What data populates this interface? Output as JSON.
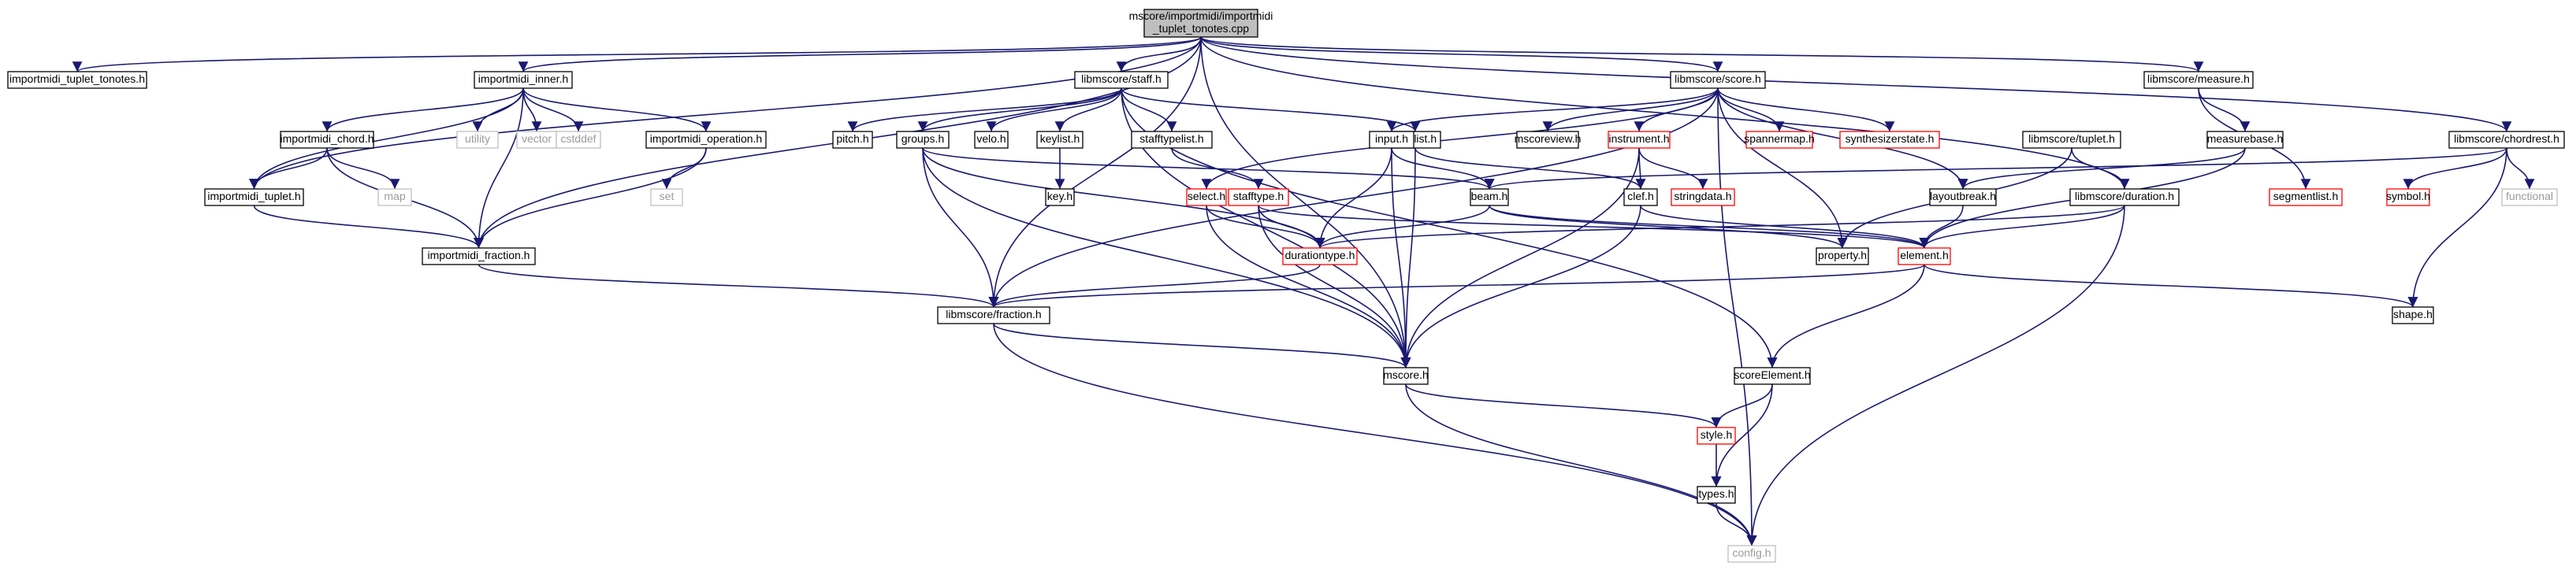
{
  "colors": {
    "edge": "#191970",
    "border_default": "#000000",
    "border_truncated": "#ff0000",
    "border_missing": "#bfbfbf",
    "root_fill": "#bfbfbf",
    "missing_text": "#9a9a9a"
  },
  "nodes": [
    {
      "id": "root",
      "lines": [
        "mscore/importmidi/importmidi",
        "_tuplet_tonotes.cpp"
      ],
      "kind": "root"
    },
    {
      "id": "tuplet_tonotes",
      "lines": [
        "importmidi_tuplet_tonotes.h"
      ],
      "kind": "normal"
    },
    {
      "id": "inner",
      "lines": [
        "importmidi_inner.h"
      ],
      "kind": "normal"
    },
    {
      "id": "chord",
      "lines": [
        "importmidi_chord.h"
      ],
      "kind": "normal"
    },
    {
      "id": "tuplet",
      "lines": [
        "importmidi_tuplet.h"
      ],
      "kind": "normal"
    },
    {
      "id": "fraction_mid",
      "lines": [
        "importmidi_fraction.h"
      ],
      "kind": "normal"
    },
    {
      "id": "operation",
      "lines": [
        "importmidi_operation.h"
      ],
      "kind": "normal"
    },
    {
      "id": "utility",
      "lines": [
        "utility"
      ],
      "kind": "missing"
    },
    {
      "id": "vector",
      "lines": [
        "vector"
      ],
      "kind": "missing"
    },
    {
      "id": "cstddef",
      "lines": [
        "cstddef"
      ],
      "kind": "missing"
    },
    {
      "id": "map",
      "lines": [
        "map"
      ],
      "kind": "missing"
    },
    {
      "id": "set",
      "lines": [
        "set"
      ],
      "kind": "missing"
    },
    {
      "id": "staff",
      "lines": [
        "libmscore/staff.h"
      ],
      "kind": "normal"
    },
    {
      "id": "pitch",
      "lines": [
        "pitch.h"
      ],
      "kind": "normal"
    },
    {
      "id": "groups",
      "lines": [
        "groups.h"
      ],
      "kind": "normal"
    },
    {
      "id": "velo",
      "lines": [
        "velo.h"
      ],
      "kind": "normal"
    },
    {
      "id": "keylist",
      "lines": [
        "keylist.h"
      ],
      "kind": "normal"
    },
    {
      "id": "key",
      "lines": [
        "key.h"
      ],
      "kind": "normal"
    },
    {
      "id": "stafftypelist",
      "lines": [
        "stafftypelist.h"
      ],
      "kind": "normal"
    },
    {
      "id": "stafftype",
      "lines": [
        "stafftype.h"
      ],
      "kind": "truncated"
    },
    {
      "id": "clefflist",
      "lines": [
        "clefflist.h"
      ],
      "kind": "normal"
    },
    {
      "id": "score",
      "lines": [
        "libmscore/score.h"
      ],
      "kind": "normal"
    },
    {
      "id": "input",
      "lines": [
        "input.h"
      ],
      "kind": "normal"
    },
    {
      "id": "mscoreview",
      "lines": [
        "mscoreview.h"
      ],
      "kind": "normal"
    },
    {
      "id": "instrument",
      "lines": [
        "instrument.h"
      ],
      "kind": "truncated"
    },
    {
      "id": "stringdata",
      "lines": [
        "stringdata.h"
      ],
      "kind": "truncated"
    },
    {
      "id": "spannermap",
      "lines": [
        "spannermap.h"
      ],
      "kind": "truncated"
    },
    {
      "id": "synthstate",
      "lines": [
        "synthesizerstate.h"
      ],
      "kind": "truncated"
    },
    {
      "id": "lib_tuplet",
      "lines": [
        "libmscore/tuplet.h"
      ],
      "kind": "normal"
    },
    {
      "id": "select",
      "lines": [
        "select.h"
      ],
      "kind": "truncated"
    },
    {
      "id": "beam",
      "lines": [
        "beam.h"
      ],
      "kind": "normal"
    },
    {
      "id": "clef",
      "lines": [
        "clef.h"
      ],
      "kind": "normal"
    },
    {
      "id": "durationtype",
      "lines": [
        "durationtype.h"
      ],
      "kind": "truncated"
    },
    {
      "id": "lib_fraction",
      "lines": [
        "libmscore/fraction.h"
      ],
      "kind": "normal"
    },
    {
      "id": "mscore",
      "lines": [
        "mscore.h"
      ],
      "kind": "normal"
    },
    {
      "id": "measure",
      "lines": [
        "libmscore/measure.h"
      ],
      "kind": "normal"
    },
    {
      "id": "measurebase",
      "lines": [
        "measurebase.h"
      ],
      "kind": "normal"
    },
    {
      "id": "segmentlist",
      "lines": [
        "segmentlist.h"
      ],
      "kind": "truncated"
    },
    {
      "id": "layoutbreak",
      "lines": [
        "layoutbreak.h"
      ],
      "kind": "normal"
    },
    {
      "id": "lib_duration",
      "lines": [
        "libmscore/duration.h"
      ],
      "kind": "normal"
    },
    {
      "id": "property",
      "lines": [
        "property.h"
      ],
      "kind": "normal"
    },
    {
      "id": "element",
      "lines": [
        "element.h"
      ],
      "kind": "truncated"
    },
    {
      "id": "chordrest",
      "lines": [
        "libmscore/chordrest.h"
      ],
      "kind": "normal"
    },
    {
      "id": "symbol",
      "lines": [
        "symbol.h"
      ],
      "kind": "truncated"
    },
    {
      "id": "functional",
      "lines": [
        "functional"
      ],
      "kind": "missing"
    },
    {
      "id": "shape",
      "lines": [
        "shape.h"
      ],
      "kind": "normal"
    },
    {
      "id": "scoreelement",
      "lines": [
        "scoreElement.h"
      ],
      "kind": "normal"
    },
    {
      "id": "style",
      "lines": [
        "style.h"
      ],
      "kind": "truncated"
    },
    {
      "id": "types",
      "lines": [
        "types.h"
      ],
      "kind": "normal"
    },
    {
      "id": "config",
      "lines": [
        "config.h"
      ],
      "kind": "missing"
    }
  ],
  "edges": [
    [
      "root",
      "tuplet_tonotes"
    ],
    [
      "root",
      "inner"
    ],
    [
      "root",
      "tuplet"
    ],
    [
      "root",
      "fraction_mid"
    ],
    [
      "root",
      "staff"
    ],
    [
      "root",
      "lib_fraction"
    ],
    [
      "root",
      "mscore"
    ],
    [
      "root",
      "score"
    ],
    [
      "root",
      "measure"
    ],
    [
      "root",
      "lib_duration"
    ],
    [
      "root",
      "chordrest"
    ],
    [
      "inner",
      "chord"
    ],
    [
      "inner",
      "tuplet"
    ],
    [
      "inner",
      "fraction_mid"
    ],
    [
      "inner",
      "utility"
    ],
    [
      "inner",
      "vector"
    ],
    [
      "inner",
      "cstddef"
    ],
    [
      "inner",
      "operation"
    ],
    [
      "chord",
      "tuplet"
    ],
    [
      "chord",
      "fraction_mid"
    ],
    [
      "chord",
      "map"
    ],
    [
      "tuplet",
      "fraction_mid"
    ],
    [
      "operation",
      "set"
    ],
    [
      "operation",
      "fraction_mid"
    ],
    [
      "fraction_mid",
      "lib_fraction"
    ],
    [
      "staff",
      "pitch"
    ],
    [
      "staff",
      "groups"
    ],
    [
      "staff",
      "velo"
    ],
    [
      "staff",
      "keylist"
    ],
    [
      "staff",
      "stafftypelist"
    ],
    [
      "staff",
      "clefflist"
    ],
    [
      "staff",
      "mscore"
    ],
    [
      "staff",
      "scoreelement"
    ],
    [
      "keylist",
      "key"
    ],
    [
      "stafftypelist",
      "stafftype"
    ],
    [
      "groups",
      "beam"
    ],
    [
      "groups",
      "durationtype"
    ],
    [
      "groups",
      "lib_fraction"
    ],
    [
      "groups",
      "mscore"
    ],
    [
      "stafftype",
      "durationtype"
    ],
    [
      "stafftype",
      "mscore"
    ],
    [
      "stafftype",
      "element"
    ],
    [
      "clefflist",
      "clef"
    ],
    [
      "clefflist",
      "mscore"
    ],
    [
      "score",
      "input"
    ],
    [
      "score",
      "mscoreview"
    ],
    [
      "score",
      "instrument"
    ],
    [
      "score",
      "spannermap"
    ],
    [
      "score",
      "synthstate"
    ],
    [
      "score",
      "select"
    ],
    [
      "score",
      "lib_fraction"
    ],
    [
      "score",
      "property"
    ],
    [
      "score",
      "layoutbreak"
    ],
    [
      "score",
      "config"
    ],
    [
      "input",
      "beam"
    ],
    [
      "input",
      "durationtype"
    ],
    [
      "input",
      "mscore"
    ],
    [
      "instrument",
      "clef"
    ],
    [
      "instrument",
      "stringdata"
    ],
    [
      "instrument",
      "mscore"
    ],
    [
      "select",
      "durationtype"
    ],
    [
      "select",
      "mscore"
    ],
    [
      "beam",
      "durationtype"
    ],
    [
      "beam",
      "property"
    ],
    [
      "beam",
      "element"
    ],
    [
      "clef",
      "element"
    ],
    [
      "clef",
      "mscore"
    ],
    [
      "durationtype",
      "lib_fraction"
    ],
    [
      "lib_fraction",
      "mscore"
    ],
    [
      "lib_fraction",
      "config"
    ],
    [
      "measure",
      "measurebase"
    ],
    [
      "measure",
      "segmentlist"
    ],
    [
      "measurebase",
      "layoutbreak"
    ],
    [
      "measurebase",
      "element"
    ],
    [
      "lib_tuplet",
      "lib_duration"
    ],
    [
      "lib_tuplet",
      "property"
    ],
    [
      "layoutbreak",
      "element"
    ],
    [
      "lib_duration",
      "durationtype"
    ],
    [
      "lib_duration",
      "element"
    ],
    [
      "lib_duration",
      "config"
    ],
    [
      "element",
      "lib_fraction"
    ],
    [
      "element",
      "shape"
    ],
    [
      "element",
      "scoreelement"
    ],
    [
      "chordrest",
      "beam"
    ],
    [
      "chordrest",
      "symbol"
    ],
    [
      "chordrest",
      "functional"
    ],
    [
      "chordrest",
      "shape"
    ],
    [
      "mscore",
      "style"
    ],
    [
      "mscore",
      "config"
    ],
    [
      "scoreelement",
      "style"
    ],
    [
      "scoreelement",
      "types"
    ],
    [
      "style",
      "types"
    ],
    [
      "types",
      "config"
    ]
  ]
}
